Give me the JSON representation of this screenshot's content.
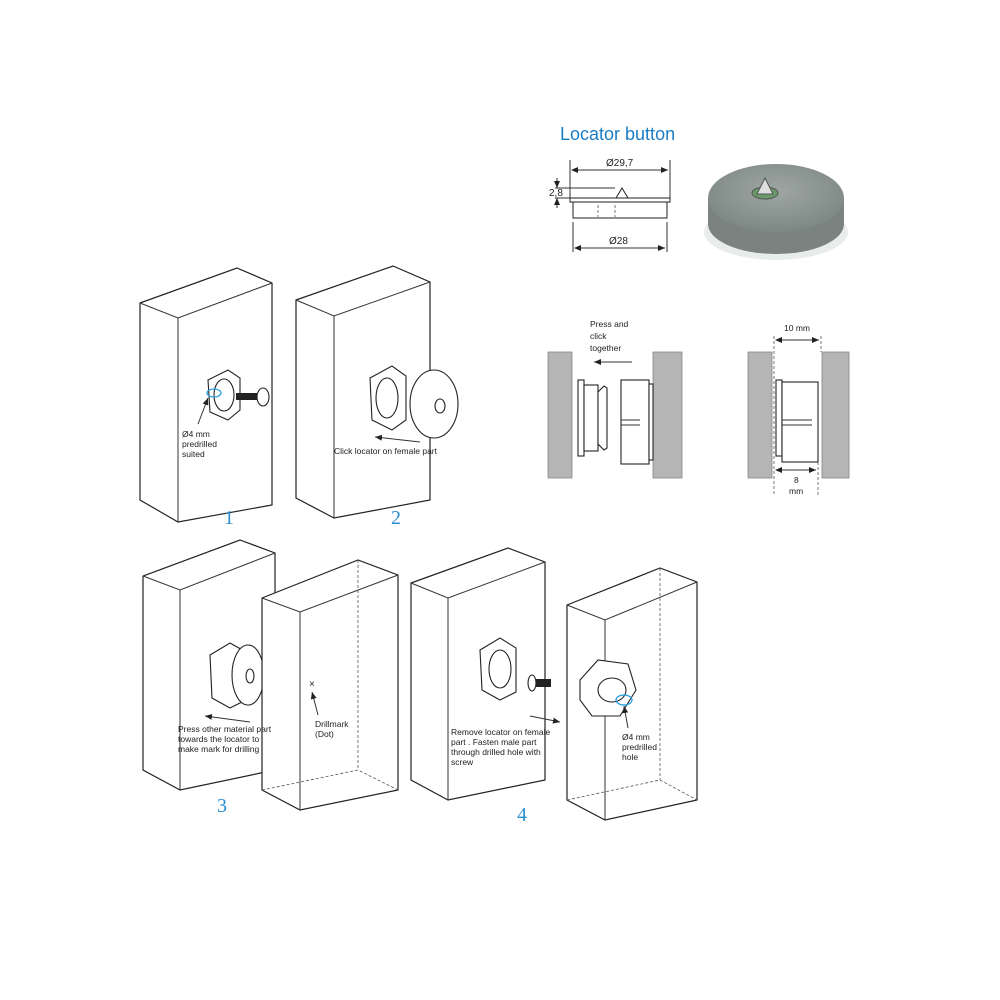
{
  "title": "Locator button",
  "dimensions": {
    "top_diameter": "Ø29,7",
    "height": "2,8",
    "bottom_diameter": "Ø28"
  },
  "press_diagram": {
    "line1": "Press and",
    "line2": "click",
    "line3": "together"
  },
  "gap_diagram": {
    "top_gap": "10 mm",
    "bottom_gap_line1": "8",
    "bottom_gap_line2": "mm"
  },
  "steps": [
    {
      "number": "1",
      "label_lines": [
        "Ø4 mm",
        "predrilled",
        "suited"
      ]
    },
    {
      "number": "2",
      "label_lines": [
        "Click locator on female part"
      ]
    },
    {
      "number": "3",
      "label_lines": [
        "Press other material part",
        "towards the locator to",
        "make mark for drilling"
      ],
      "mark_label_lines": [
        "Drillmark",
        "(Dot)"
      ],
      "mark_symbol": "×"
    },
    {
      "number": "4",
      "label_lines": [
        "Remove locator on female",
        "part . Fasten male part",
        "through drilled hole with",
        "screw"
      ],
      "hole_label_lines": [
        "Ø4 mm",
        "predrilled",
        "hole"
      ]
    }
  ],
  "colors": {
    "accent": "#1a7dc4",
    "step_number": "#2a8fd0",
    "wall": "#b5b5b5"
  }
}
